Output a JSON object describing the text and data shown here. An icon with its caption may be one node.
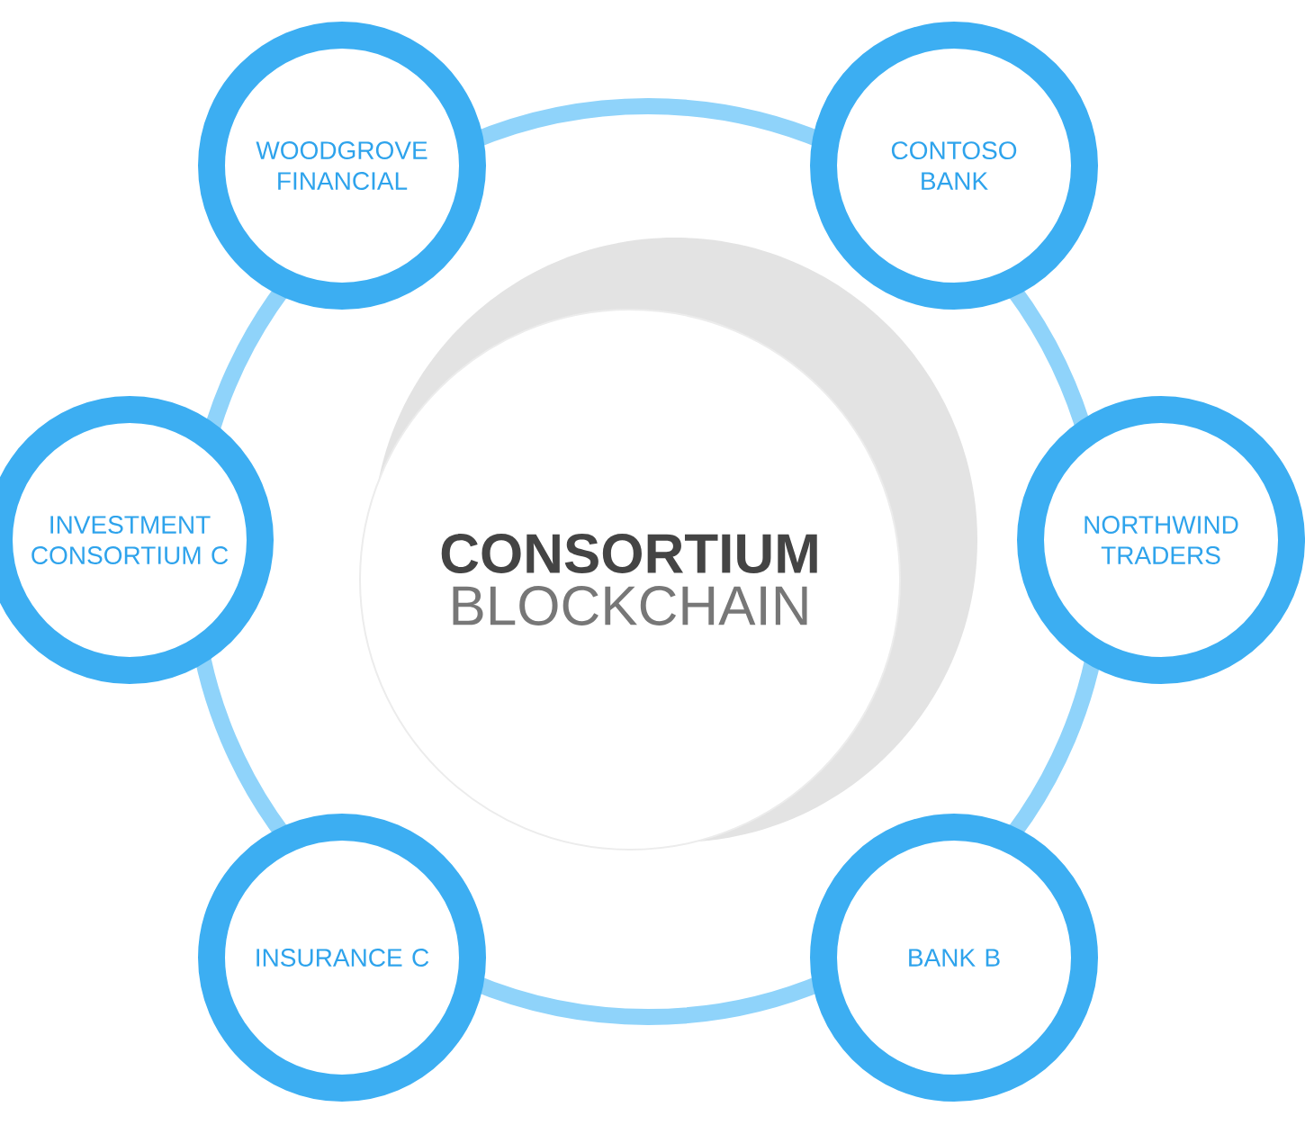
{
  "diagram": {
    "nodes": [
      {
        "text": [
          "CONSORTIUM",
          "BLOCKCHAIN"
        ]
      },
      {
        "text": [
          "WOODGROVE FINANCIAL"
        ]
      },
      {
        "text": [
          "CONTOSO BANK"
        ]
      },
      {
        "text": [
          "INVESTMENT CONSORTIUM C"
        ]
      },
      {
        "text": [
          "NORTHWIND TRADERS"
        ]
      },
      {
        "text": [
          "INSURANCE C"
        ]
      },
      {
        "text": [
          "BANK B"
        ]
      }
    ]
  }
}
